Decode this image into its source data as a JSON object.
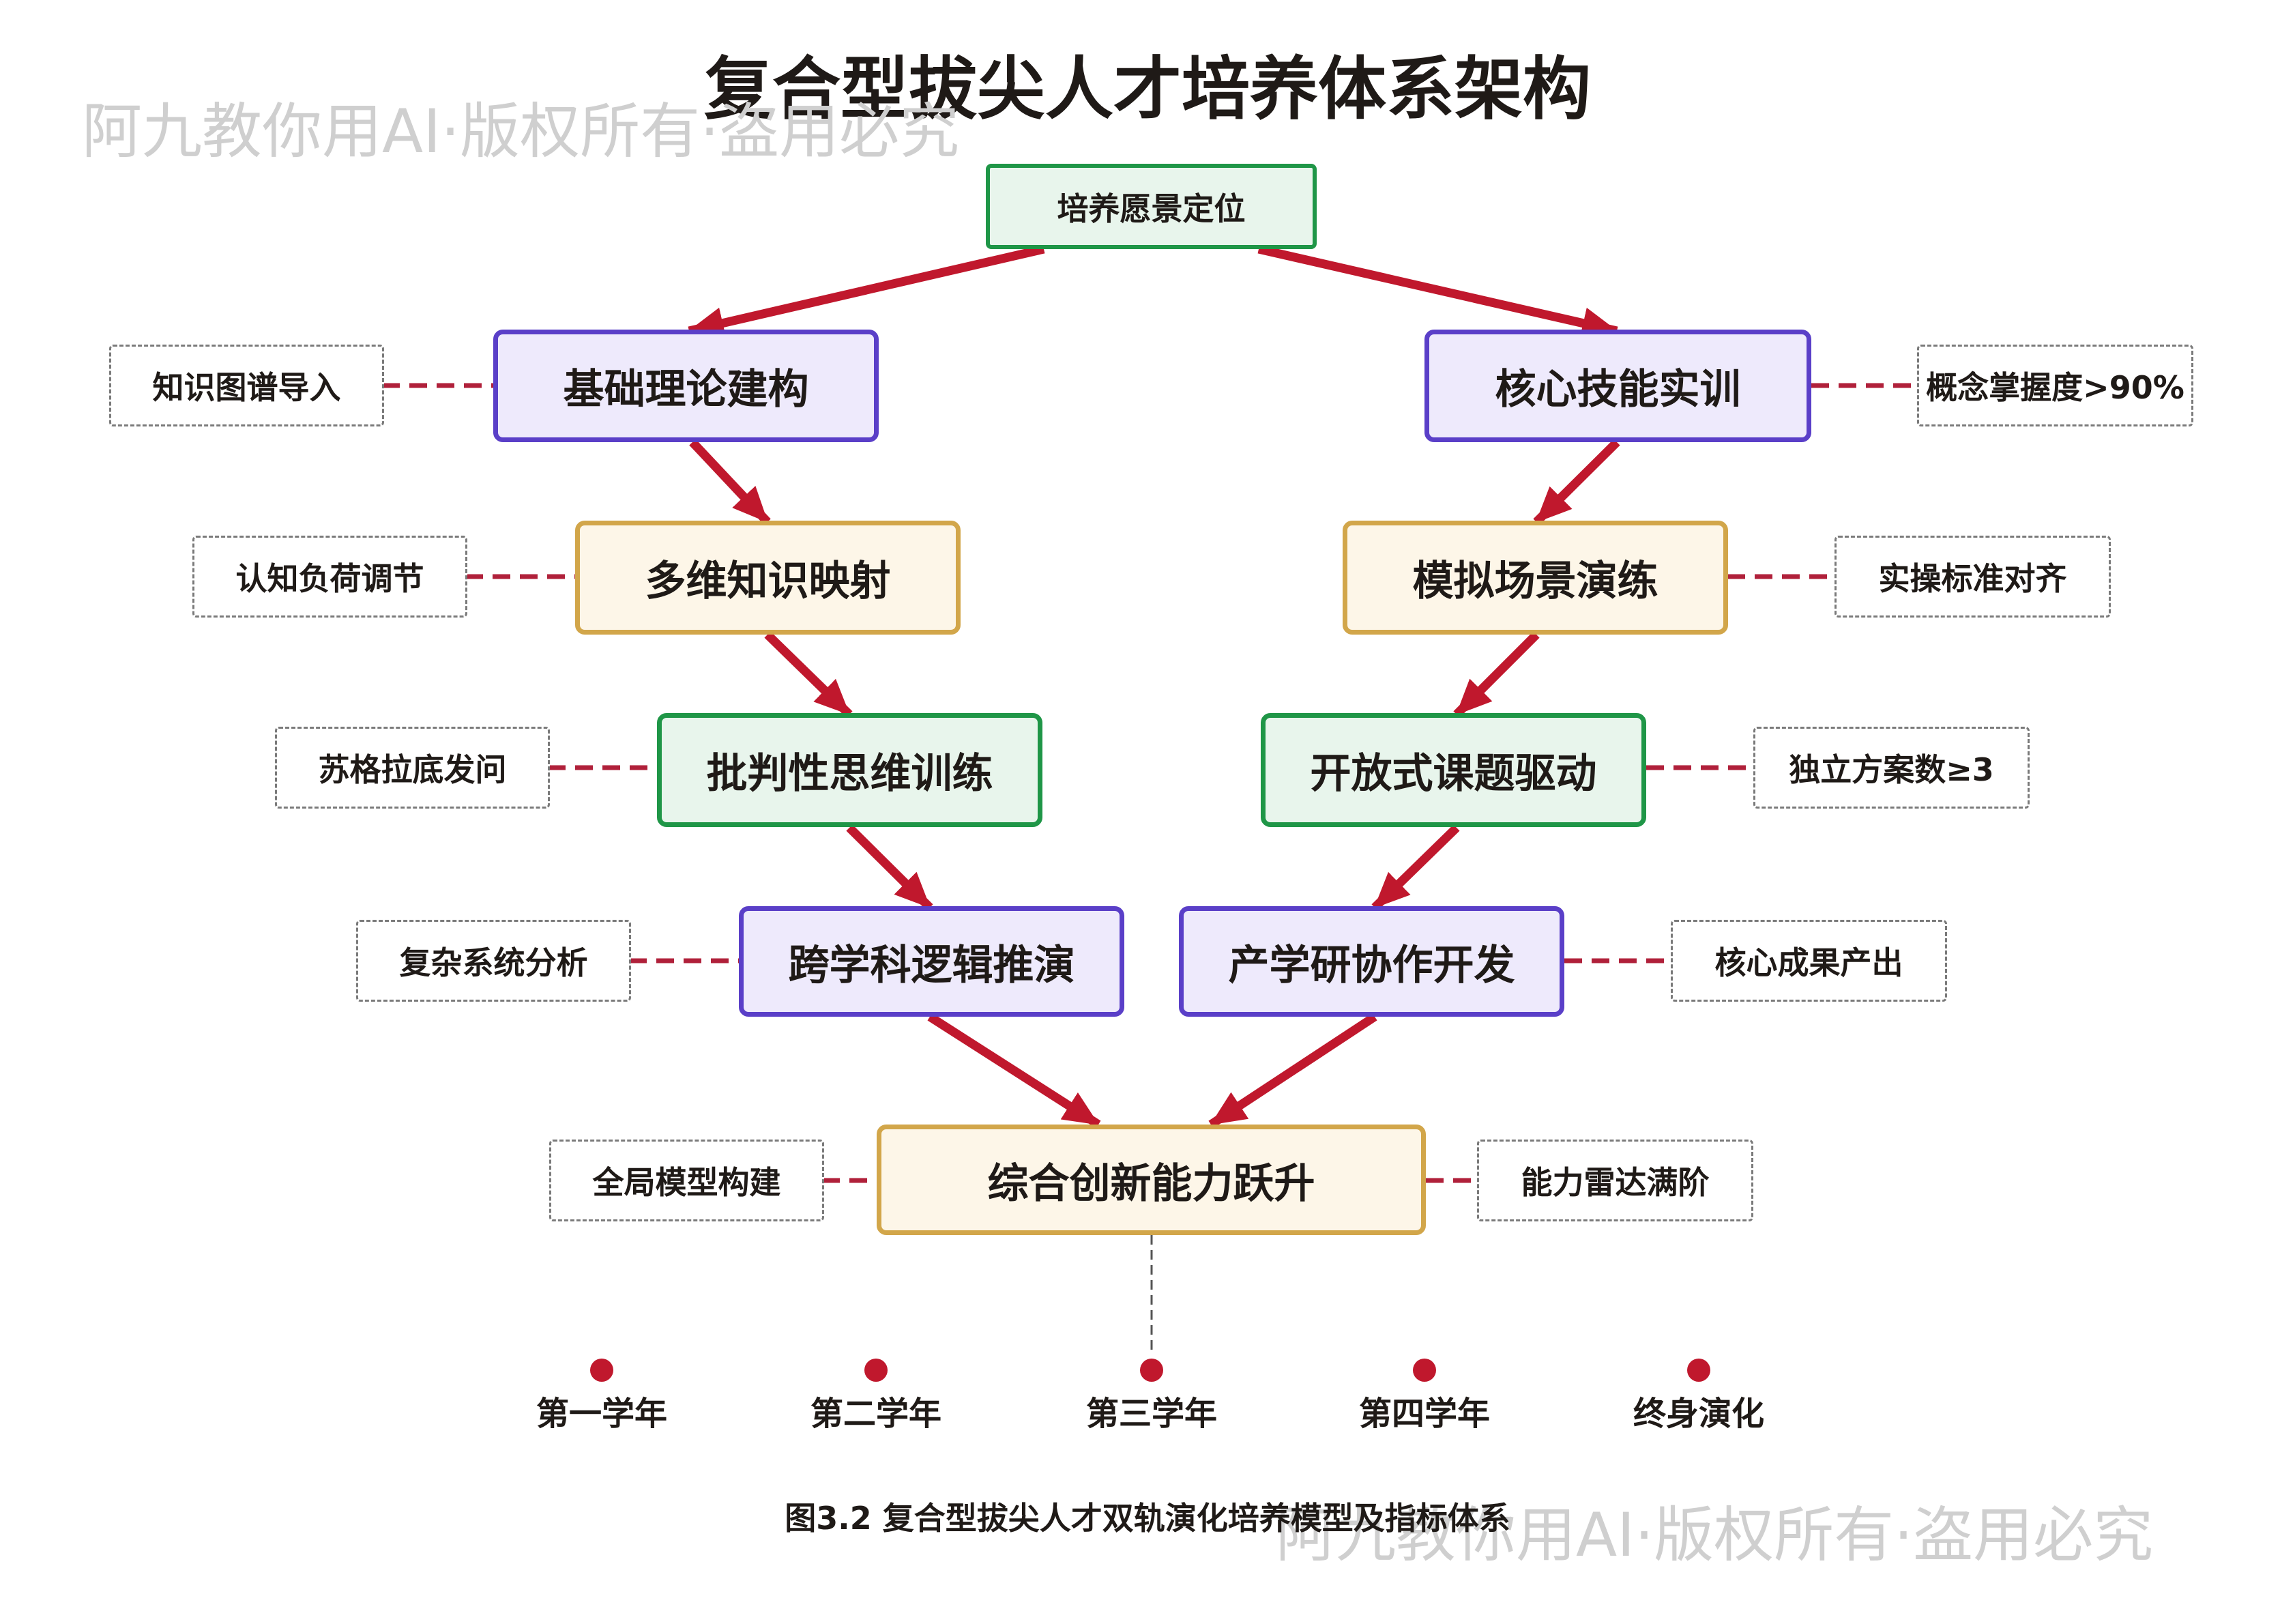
{
  "title": "复合型拔尖人才培养体系架构",
  "watermark": "阿九教你用AI·版权所有·盗用必究",
  "nodes": {
    "vision": "培养愿景定位",
    "l1": "基础理论建构",
    "l2": "多维知识映射",
    "l3": "批判性思维训练",
    "l4": "跨学科逻辑推演",
    "r1": "核心技能实训",
    "r2": "模拟场景演练",
    "r3": "开放式课题驱动",
    "r4": "产学研协作开发",
    "final": "综合创新能力跃升"
  },
  "annotations": {
    "l1": "知识图谱导入",
    "l2": "认知负荷调节",
    "l3": "苏格拉底发问",
    "l4": "复杂系统分析",
    "r1": "概念掌握度>90%",
    "r2": "实操标准对齐",
    "r3": "独立方案数≥3",
    "r4": "核心成果产出",
    "final_left": "全局模型构建",
    "final_right": "能力雷达满阶"
  },
  "timeline": [
    "第一学年",
    "第二学年",
    "第三学年",
    "第四学年",
    "终身演化"
  ],
  "caption": "图3.2 复合型拔尖人才双轨演化培养模型及指标体系",
  "colors": {
    "arrow": "#c0182d",
    "dashed_link": "#b0203a",
    "green_border": "#1f9647",
    "purple_border": "#5a3fc8",
    "gold_border": "#d2a64a",
    "timeline_dot": "#c0182d"
  }
}
